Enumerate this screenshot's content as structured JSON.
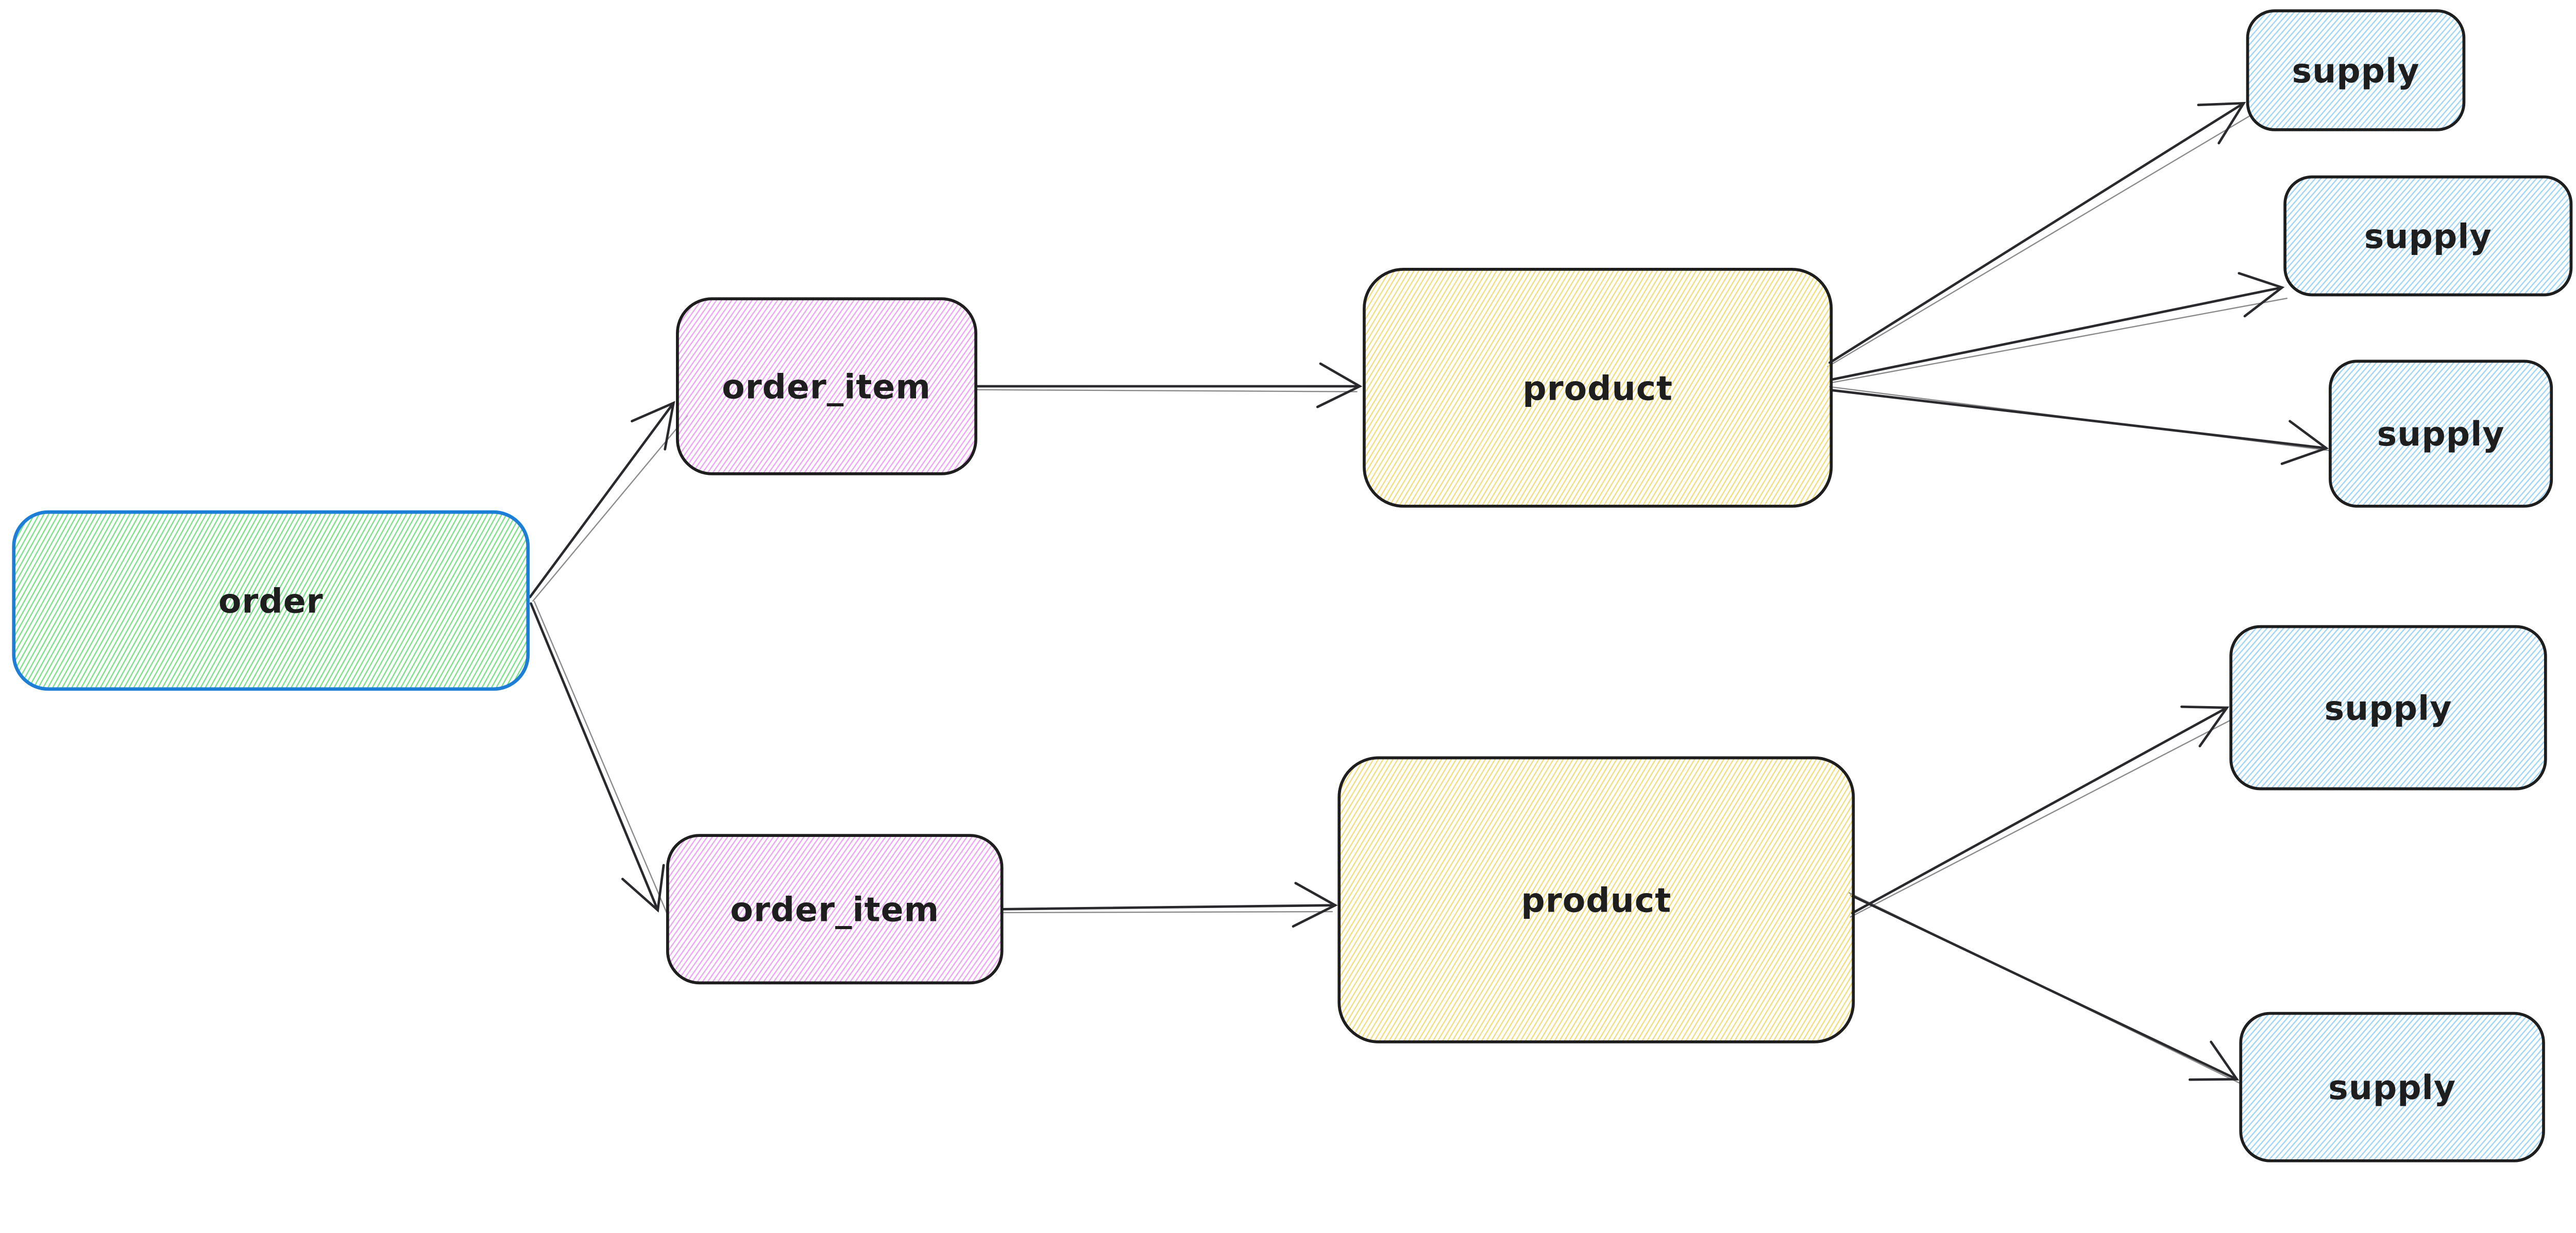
{
  "diagram": {
    "kind": "hand-drawn-entity-flow-diagram",
    "background": "#ffffff"
  },
  "colors": {
    "text": "#1e1e1e",
    "node_border": "#1e1e1e",
    "order_border": "#1c7ed6",
    "arrow": "#2a2a2e",
    "hatch_green": "#7be08a",
    "hatch_violet": "#eaa6f2",
    "hatch_yellow": "#f2dd7e",
    "hatch_blue": "#a0d4f6"
  },
  "nodes": {
    "order": {
      "label": "order"
    },
    "order_item_1": {
      "label": "order_item"
    },
    "order_item_2": {
      "label": "order_item"
    },
    "product_1": {
      "label": "product"
    },
    "product_2": {
      "label": "product"
    },
    "supply_1": {
      "label": "supply"
    },
    "supply_2": {
      "label": "supply"
    },
    "supply_3": {
      "label": "supply"
    },
    "supply_4": {
      "label": "supply"
    },
    "supply_5": {
      "label": "supply"
    }
  },
  "edges": [
    {
      "from": "order",
      "to": "order_item_1"
    },
    {
      "from": "order",
      "to": "order_item_2"
    },
    {
      "from": "order_item_1",
      "to": "product_1"
    },
    {
      "from": "order_item_2",
      "to": "product_2"
    },
    {
      "from": "product_1",
      "to": "supply_1"
    },
    {
      "from": "product_1",
      "to": "supply_2"
    },
    {
      "from": "product_1",
      "to": "supply_3"
    },
    {
      "from": "product_2",
      "to": "supply_4"
    },
    {
      "from": "product_2",
      "to": "supply_5"
    }
  ],
  "icons": {
    "arrowhead": "open-v-arrowhead"
  }
}
